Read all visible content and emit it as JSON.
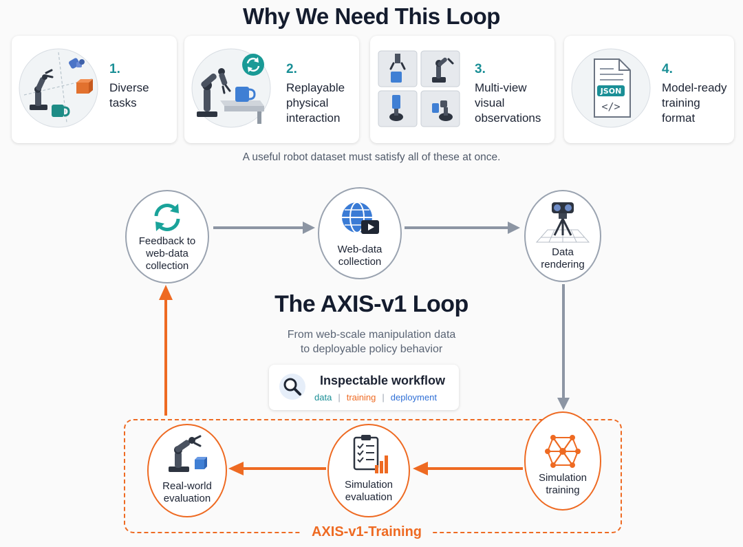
{
  "header": {
    "title": "Why We Need This Loop"
  },
  "cards": [
    {
      "num": "1.",
      "label": "Diverse\ntasks"
    },
    {
      "num": "2.",
      "label": "Replayable\nphysical\ninteraction"
    },
    {
      "num": "3.",
      "label": "Multi-view\nvisual\nobservations"
    },
    {
      "num": "4.",
      "label": "Model-ready\ntraining\nformat"
    }
  ],
  "json_badge": "JSON",
  "code_glyph": "</>",
  "caption": "A useful robot dataset must satisfy all of these at once.",
  "loop": {
    "title": "The AXIS-v1 Loop",
    "subtitle": "From web-scale manipulation data\nto deployable policy behavior"
  },
  "workflow": {
    "title": "Inspectable workflow",
    "tags": [
      "data",
      "training",
      "deployment"
    ]
  },
  "nodes": {
    "feedback": "Feedback to\nweb-data\ncollection",
    "webdata": "Web-data\ncollection",
    "rendering": "Data\nrendering",
    "simtrain": "Simulation\ntraining",
    "simeval": "Simulation\nevaluation",
    "realeval": "Real-world\nevaluation"
  },
  "training_group_label": "AXIS-v1-Training",
  "colors": {
    "teal": "#1a8f96",
    "orange": "#ee6a22",
    "gray_arrow": "#8c95a3",
    "data_tag": "#1a8f96",
    "training_tag": "#ee6a22",
    "deployment_tag": "#2f6fd6"
  }
}
